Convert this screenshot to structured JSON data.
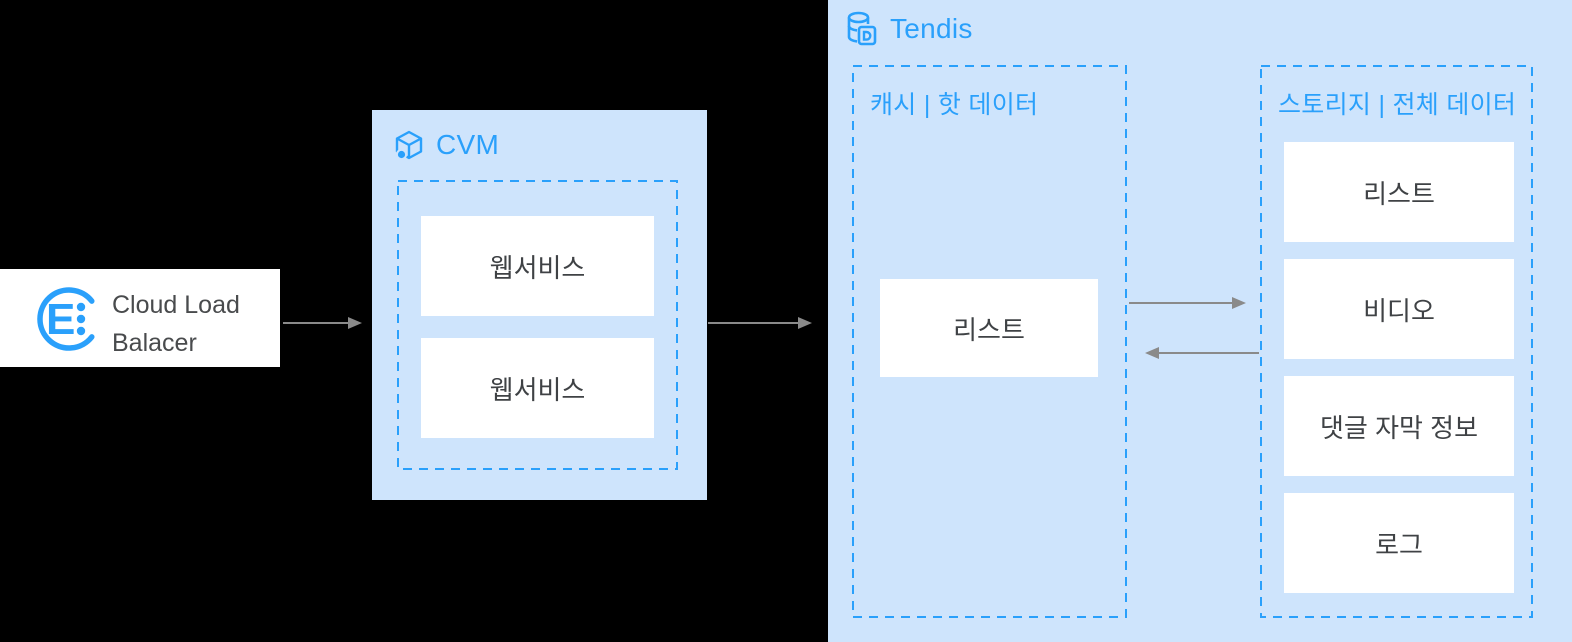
{
  "colors": {
    "canvas-bg": "#000000",
    "panel-fill": "#cee4fc",
    "accent-blue": "#2aa0fb",
    "arrow-gray": "#8a8a8a",
    "box-text": "#3f4245",
    "clb-text": "#494b4d"
  },
  "clb": {
    "icon": "clb-circle-e-icon",
    "line1": "Cloud Load",
    "line2": "Balacer"
  },
  "cvm": {
    "icon": "cvm-cube-icon",
    "title": "CVM",
    "services": [
      "웹서비스",
      "웹서비스"
    ]
  },
  "tendis": {
    "icon": "tendis-database-icon",
    "title": "Tendis",
    "cache": {
      "label": "캐시 | 핫 데이터",
      "items": [
        "리스트"
      ]
    },
    "storage": {
      "label": "스토리지 | 전체 데이터",
      "items": [
        "리스트",
        "비디오",
        "댓글 자막 정보",
        "로그"
      ]
    }
  }
}
